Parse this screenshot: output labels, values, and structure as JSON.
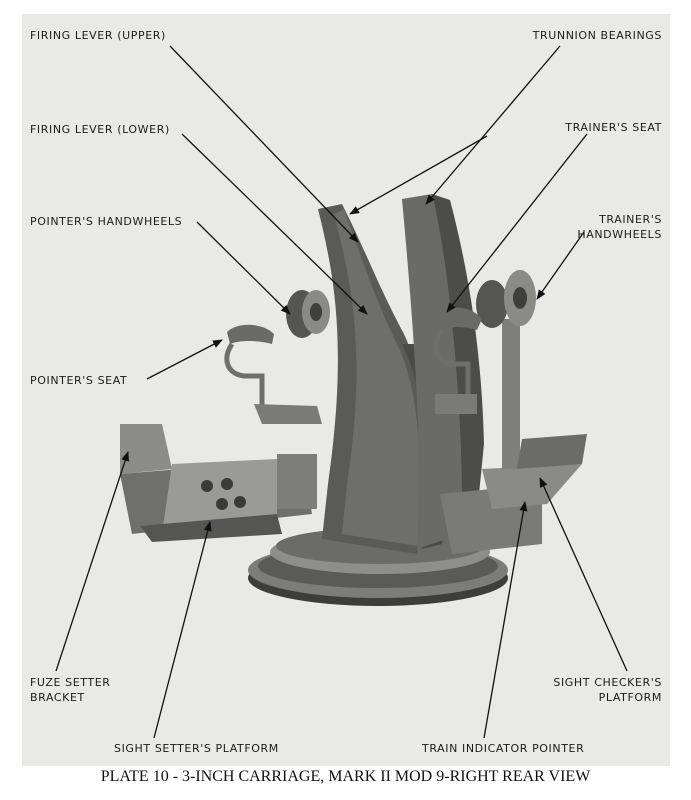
{
  "labels": {
    "firing_lever_upper": "FIRING LEVER (UPPER)",
    "firing_lever_lower": "FIRING LEVER (LOWER)",
    "pointers_handwheels": "POINTER'S HANDWHEELS",
    "pointers_seat": "POINTER'S SEAT",
    "fuze_setter_bracket": "FUZE SETTER\nBRACKET",
    "sight_setters_platform": "SIGHT SETTER'S PLATFORM",
    "trunnion_bearings": "TRUNNION BEARINGS",
    "trainers_seat": "TRAINER'S SEAT",
    "trainers_handwheels": "TRAINER'S\nHANDWHEELS",
    "sight_checkers_platform": "SIGHT CHECKER'S\nPLATFORM",
    "train_indicator_pointer": "TRAIN INDICATOR POINTER"
  },
  "caption": "PLATE 10 - 3-INCH CARRIAGE, MARK II MOD 9-RIGHT REAR VIEW"
}
